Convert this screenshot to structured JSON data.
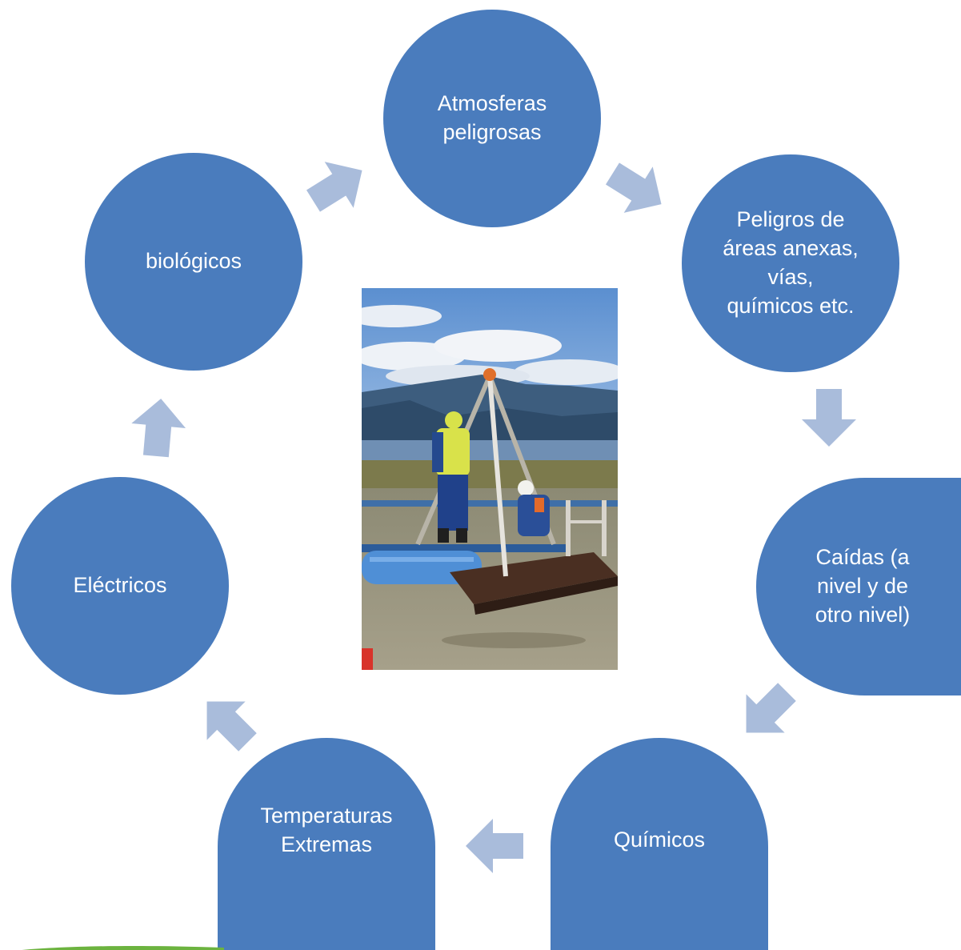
{
  "diagram": {
    "nodes": [
      {
        "id": "atmosferas",
        "label": "Atmosferas\npeligrosas"
      },
      {
        "id": "peligros-areas",
        "label": "Peligros de\náreas anexas,\nvías,\nquímicos etc."
      },
      {
        "id": "caidas",
        "label": "Caídas (a\nnivel y de\notro nivel)"
      },
      {
        "id": "quimicos",
        "label": "Químicos"
      },
      {
        "id": "temperaturas",
        "label": "Temperaturas\nExtremas"
      },
      {
        "id": "electricos",
        "label": "Eléctricos"
      },
      {
        "id": "biologicos",
        "label": "biológicos"
      }
    ],
    "flow": "clockwise",
    "colors": {
      "node_fill": "#4a7cbd",
      "node_text": "#ffffff",
      "arrow_fill": "#a9bcdb",
      "background": "#ffffff"
    },
    "center_image": "photo of workers at a tripod over a confined space opening near a lake and mountains"
  }
}
